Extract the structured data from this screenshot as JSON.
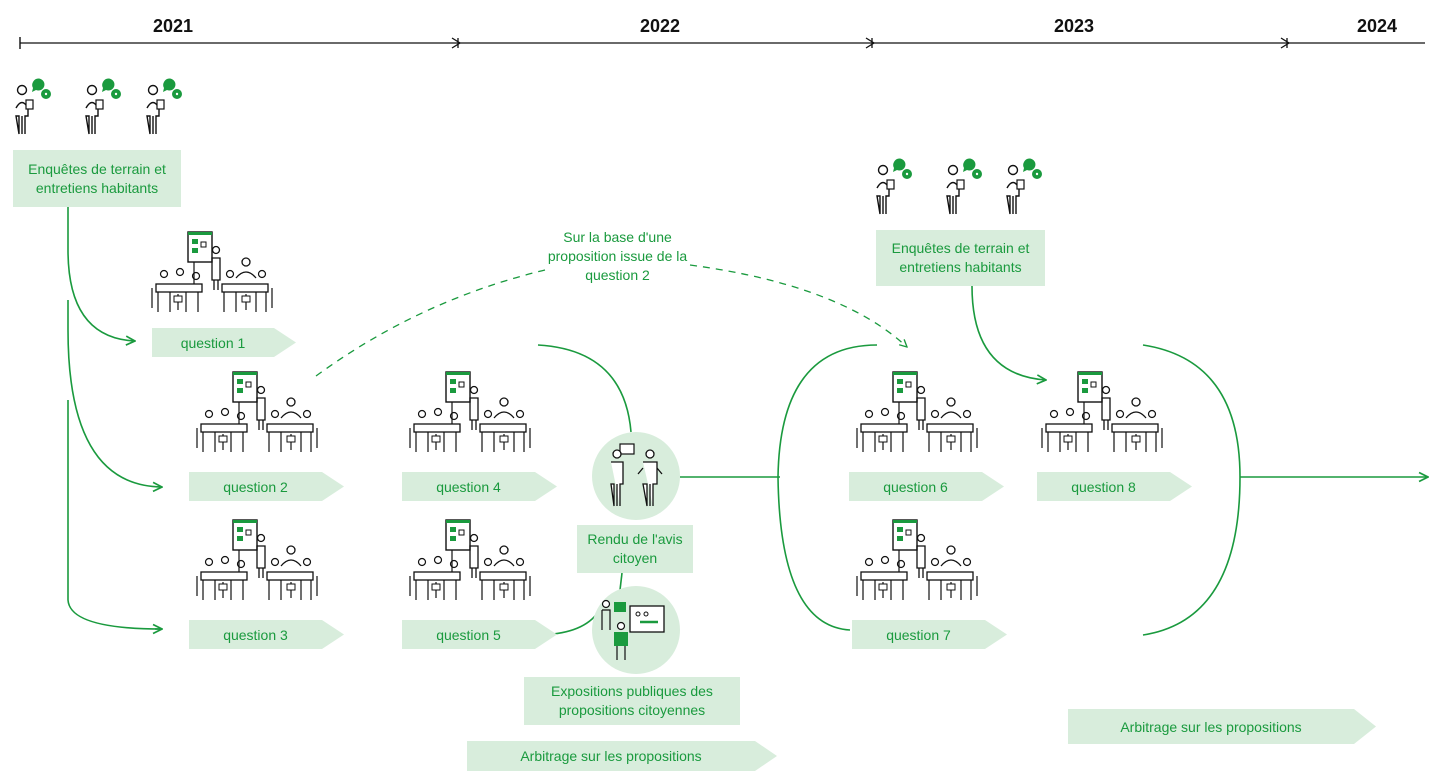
{
  "colors": {
    "accent": "#1a9a3e",
    "box_fill": "#d8eddc",
    "axis": "#111111"
  },
  "timeline": {
    "years": [
      "2021",
      "2022",
      "2023",
      "2024"
    ]
  },
  "boxes": {
    "survey_2021": "Enquêtes de terrain et entretiens habitants",
    "survey_2023": "Enquêtes de terrain et entretiens habitants",
    "avis": "Rendu de l'avis citoyen",
    "expositions": "Expositions publiques des propositions citoyennes"
  },
  "questions": {
    "q1": "question 1",
    "q2": "question 2",
    "q3": "question 3",
    "q4": "question 4",
    "q5": "question 5",
    "q6": "question 6",
    "q7": "question 7",
    "q8": "question 8"
  },
  "arbitrage": {
    "first": "Arbitrage sur les propositions",
    "second": "Arbitrage sur les propositions"
  },
  "note": "Sur la base d'une proposition issue de la question 2",
  "icons": {
    "interviewer": "interviewer-with-speech-bubbles-icon",
    "workshop": "workshop-group-icon",
    "presentation": "citizen-presentation-icon",
    "exhibition": "public-exhibition-icon"
  }
}
